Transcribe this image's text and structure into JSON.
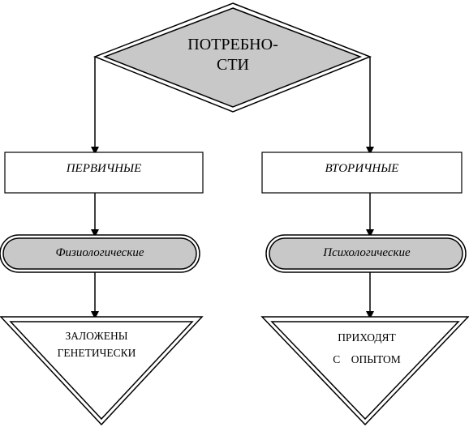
{
  "diagram": {
    "root": {
      "line1": "ПОТРЕБНО-",
      "line2": "СТИ"
    },
    "left": {
      "box": "ПЕРВИЧНЫЕ",
      "pill": "Физиологические",
      "triangle_line1": "ЗАЛОЖЕНЫ",
      "triangle_line2": "ГЕНЕТИЧЕСКИ"
    },
    "right": {
      "box": "ВТОРИЧНЫЕ",
      "pill": "Психологические",
      "triangle_line1": "ПРИХОДЯТ",
      "triangle_line2": "С    ОПЫТОМ"
    }
  },
  "colors": {
    "shape_fill_gray": "#c8c8c8",
    "shape_fill_white": "#ffffff",
    "stroke": "#000000"
  }
}
